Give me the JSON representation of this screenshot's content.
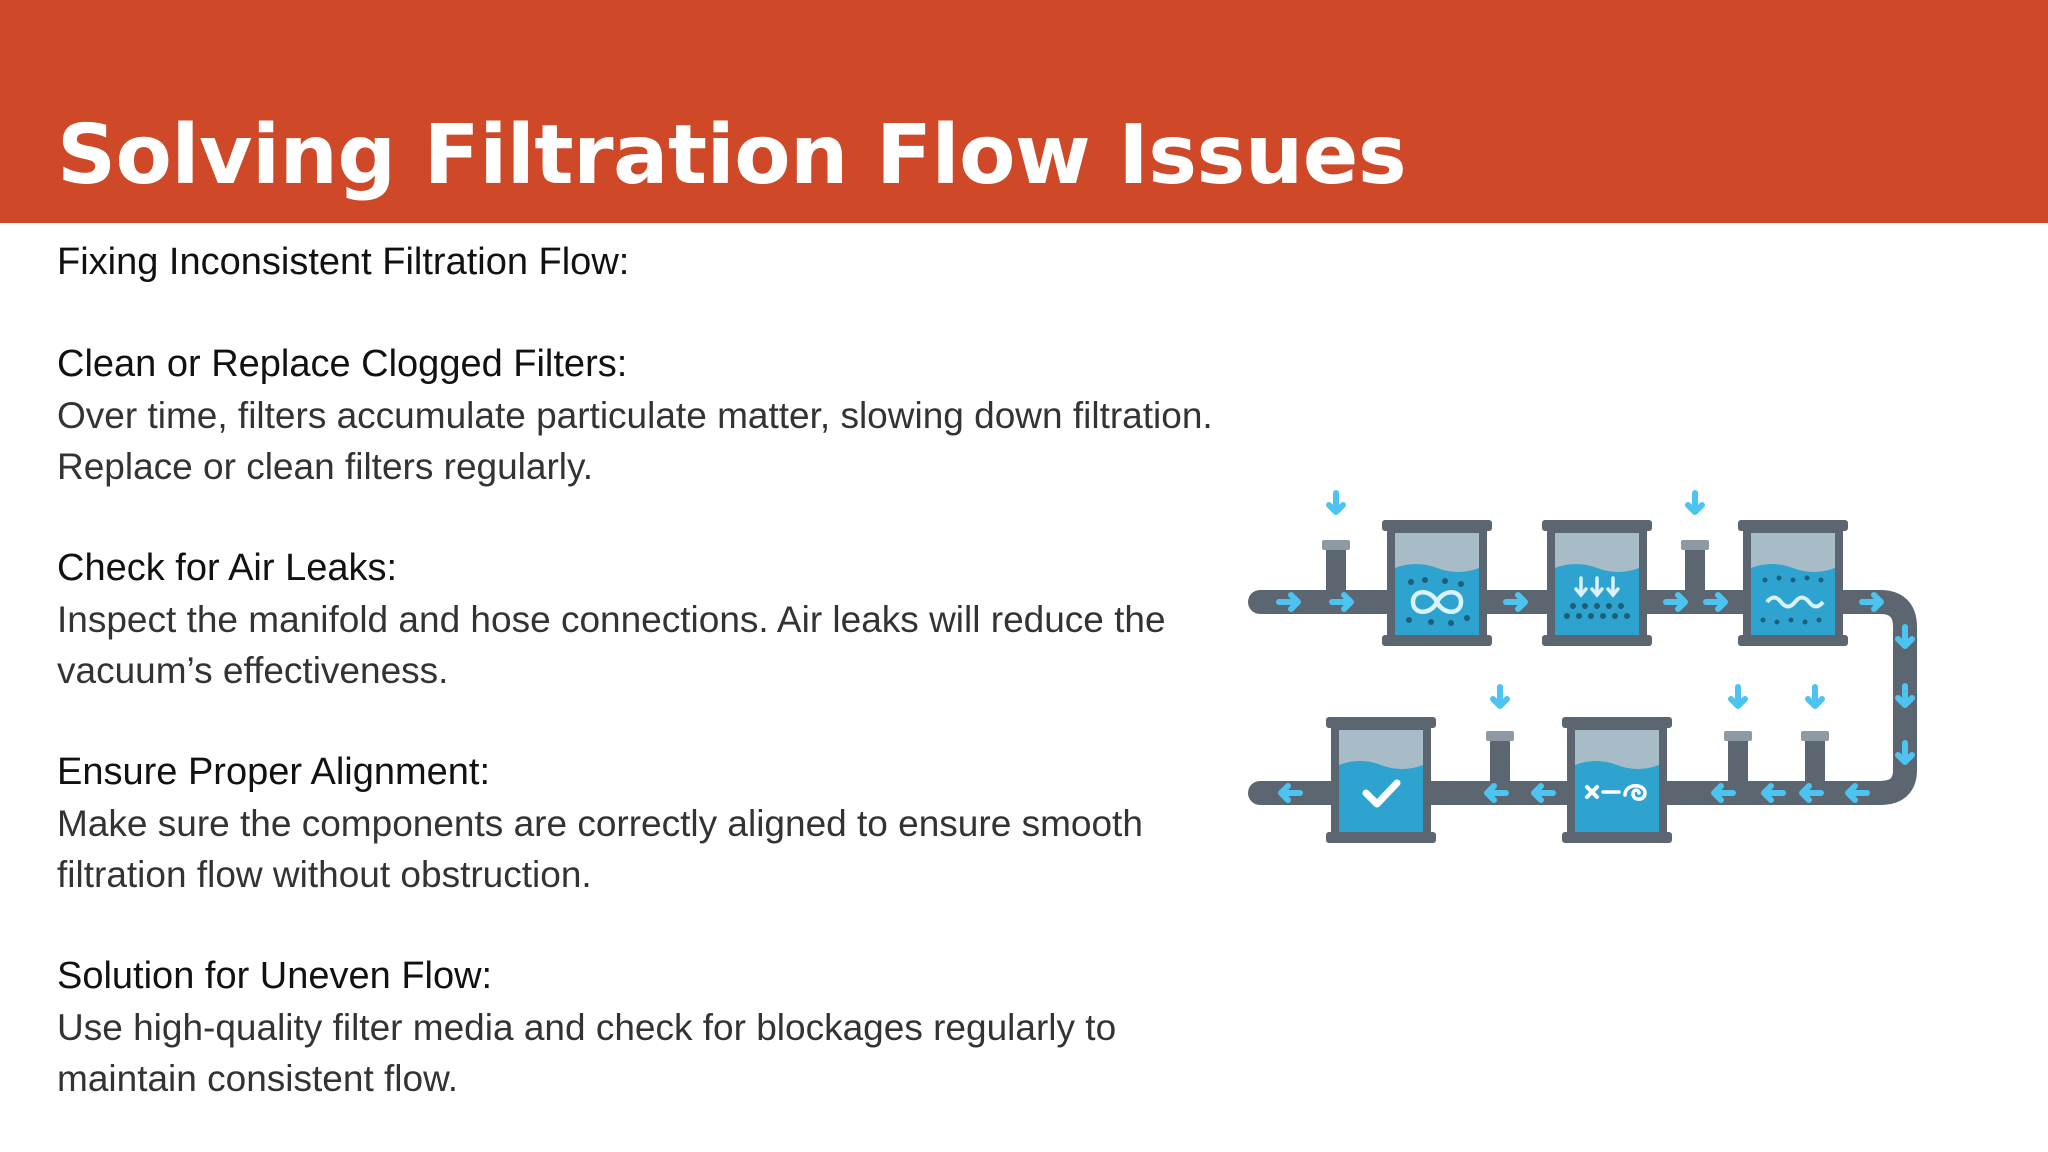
{
  "slide": {
    "title": "Solving Filtration Flow Issues",
    "intro": "Fixing Inconsistent Filtration Flow:",
    "sections": [
      {
        "heading": "Clean or Replace Clogged Filters:",
        "body": "Over time, filters accumulate particulate matter, slowing down filtration. Replace or clean filters regularly."
      },
      {
        "heading": "Check for Air Leaks:",
        "body": "Inspect the manifold and hose connections. Air leaks will reduce the vacuum’s effectiveness."
      },
      {
        "heading": "Ensure Proper Alignment:",
        "body": "Make sure the components are correctly aligned to ensure smooth filtration flow without obstruction."
      },
      {
        "heading": "Solution for Uneven Flow:",
        "body": "Use high-quality filter media and check for blockages regularly to maintain consistent flow."
      }
    ]
  },
  "colors": {
    "header": "#cf4827",
    "pipe": "#5b6670",
    "water": "#2fa3cf",
    "arrow": "#4cc3f0"
  },
  "diagram_icons": [
    "swirl-icon",
    "downward-arrows-icon",
    "wave-icon",
    "checkmark-icon",
    "x-swirl-icon"
  ]
}
